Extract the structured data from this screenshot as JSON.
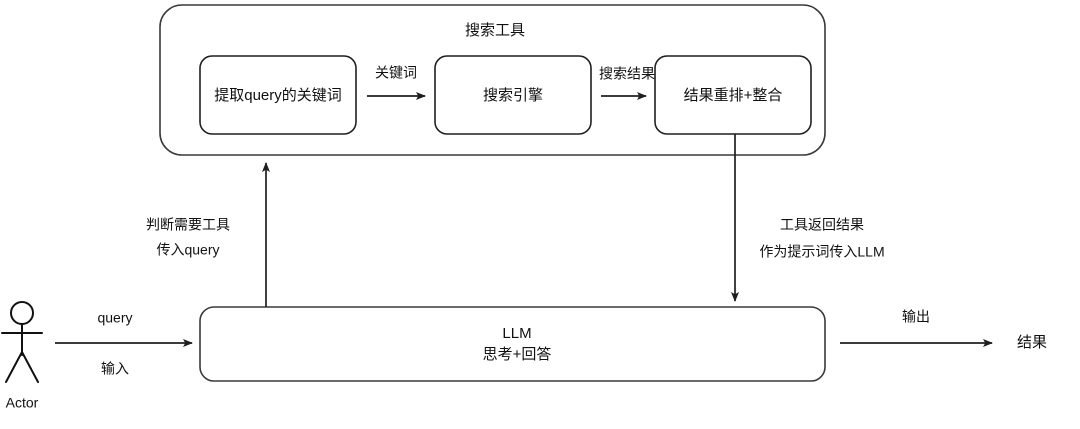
{
  "diagram": {
    "title_visible": "搜索工具",
    "background_color": "#ffffff",
    "line_color": "#1f1f1f",
    "container": {
      "label": "搜索工具",
      "nodes": [
        {
          "id": "extract",
          "label": "提取query的关键词"
        },
        {
          "id": "engine",
          "label": "搜索引擎"
        },
        {
          "id": "rerank",
          "label": "结果重排+整合"
        }
      ],
      "edges": [
        {
          "id": "extract-to-engine",
          "label": "关键词"
        },
        {
          "id": "engine-to-rerank",
          "label": "搜索结果"
        }
      ]
    },
    "actor": {
      "label": "Actor"
    },
    "llm": {
      "line1": "LLM",
      "line2": "思考+回答"
    },
    "terminal": {
      "label": "结果"
    },
    "flow_edges": {
      "actor_to_llm": {
        "label_top": "query",
        "label_bottom": "输入"
      },
      "llm_to_tool": {
        "label_line1": "判断需要工具",
        "label_line2": "传入query"
      },
      "tool_to_llm": {
        "label_line1": "工具返回结果",
        "label_line2": "作为提示词传入LLM"
      },
      "llm_to_result": {
        "label": "输出"
      }
    }
  }
}
